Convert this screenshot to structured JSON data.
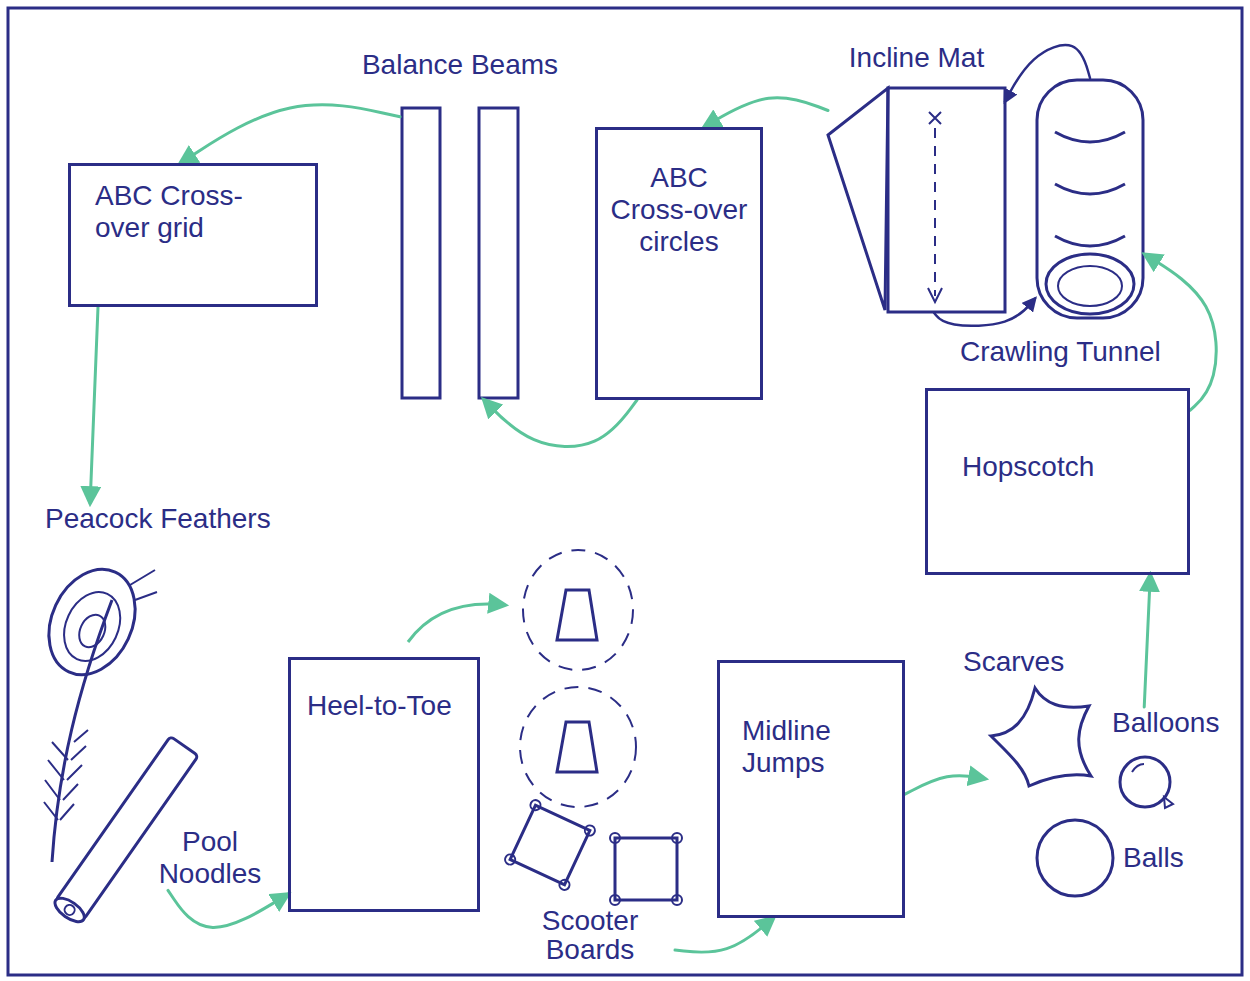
{
  "diagram": {
    "nodes": [
      {
        "text": [
          "ABC Cross-over grid"
        ]
      },
      {
        "text": [
          "Balance Beams"
        ]
      },
      {
        "text": [
          "ABC Cross-over circles"
        ]
      },
      {
        "text": [
          "Incline Mat"
        ]
      },
      {
        "text": [
          "Crawling Tunnel"
        ]
      },
      {
        "text": [
          "Hopscotch"
        ]
      },
      {
        "text": [
          "Peacock Feathers"
        ]
      },
      {
        "text": [
          "Pool Noodles"
        ]
      },
      {
        "text": [
          "Heel-to-Toe"
        ]
      },
      {
        "text": [
          "Midline Jumps"
        ]
      },
      {
        "text": [
          "Scarves"
        ]
      },
      {
        "text": [
          "Balloons"
        ]
      },
      {
        "text": [
          "Scooter Boards"
        ]
      },
      {
        "text": [
          "Balls"
        ]
      }
    ],
    "edges": [
      {
        "from": 3,
        "to": 2,
        "arrow": "to"
      },
      {
        "from": 2,
        "to": 1,
        "arrow": "to"
      },
      {
        "from": 1,
        "to": 0,
        "arrow": "to"
      },
      {
        "from": 0,
        "to": 6,
        "arrow": "to"
      },
      {
        "from": 7,
        "to": 8,
        "arrow": "to"
      },
      {
        "from": 12,
        "to": 9,
        "arrow": "to"
      },
      {
        "from": 9,
        "to": 10,
        "arrow": "to"
      },
      {
        "from": 11,
        "to": 5,
        "arrow": "to"
      },
      {
        "from": 5,
        "to": 4,
        "arrow": "to"
      },
      {
        "from": 4,
        "to": 3,
        "arrow": "to"
      },
      {
        "from": 3,
        "to": 4,
        "arrow": "to"
      }
    ]
  }
}
